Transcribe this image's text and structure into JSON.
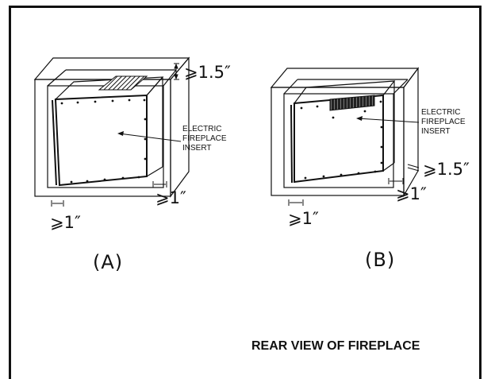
{
  "figures": [
    {
      "caption": "(A)",
      "insert_label": [
        "ELECTRIC",
        "FIREPLACE",
        "INSERT"
      ],
      "clearance_top": "⩾1.5″",
      "clearance_side_left": "⩾1″",
      "clearance_side_right": "⩾1″"
    },
    {
      "caption": "(B)",
      "insert_label": [
        "ELECTRIC",
        "FIREPLACE",
        "INSERT"
      ],
      "clearance_top": "⩾1.5″",
      "clearance_side_left": "⩾1″",
      "clearance_side_right": "⩾1″"
    }
  ],
  "footer": "REAR VIEW OF FIREPLACE"
}
